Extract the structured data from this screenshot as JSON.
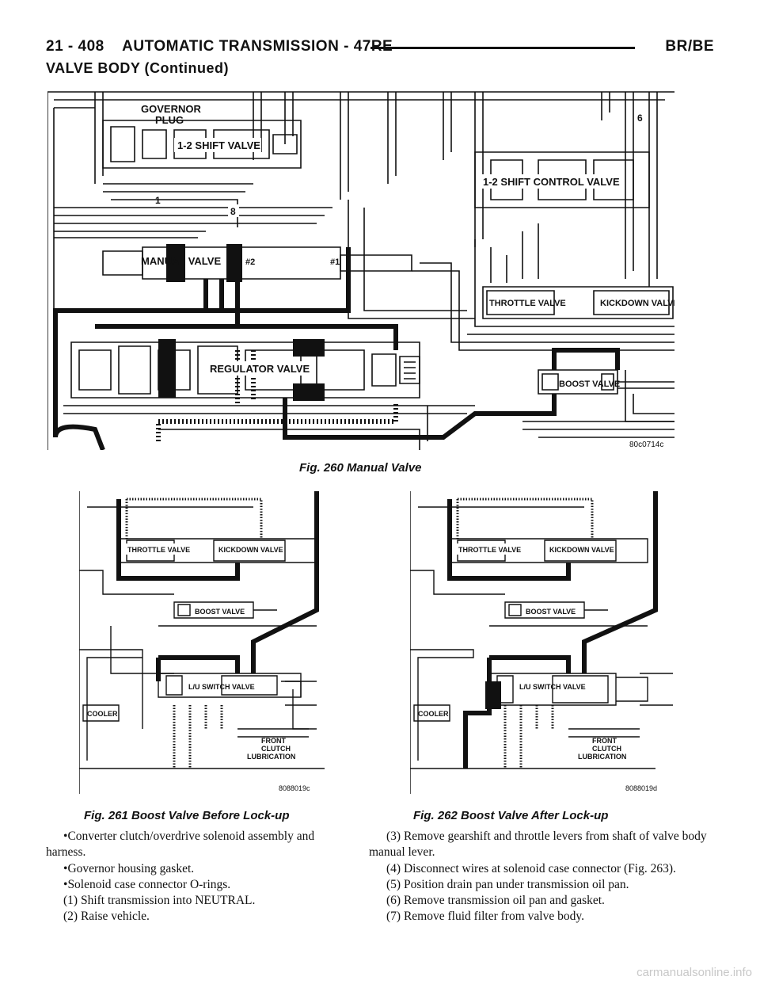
{
  "header": {
    "left": "21 - 408    AUTOMATIC TRANSMISSION - 47RE",
    "right": "BR/BE"
  },
  "section_title": "VALVE BODY (Continued)",
  "fig260": {
    "labels": {
      "governor_plug_1": "GOVERNOR",
      "governor_plug_2": "PLUG",
      "shift_valve": "1-2 SHIFT VALVE",
      "shift_control": "1-2 SHIFT CONTROL VALVE",
      "manual_valve": "MANUAL VALVE",
      "p2": "#2",
      "p1": "#1",
      "n1": "1",
      "n6": "6",
      "n8": "8",
      "throttle": "THROTTLE VALVE",
      "kickdown": "KICKDOWN VALVE",
      "regulator": "REGULATOR VALVE",
      "boost": "BOOST VALVE",
      "code": "80c0714c"
    },
    "caption": "Fig. 260 Manual Valve"
  },
  "fig261": {
    "labels": {
      "throttle": "THROTTLE VALVE",
      "kickdown": "KICKDOWN VALVE",
      "boost": "BOOST VALVE",
      "lu_switch": "L/U SWITCH VALVE",
      "cooler": "COOLER",
      "front1": "FRONT",
      "front2": "CLUTCH",
      "front3": "LUBRICATION",
      "code": "8088019c"
    },
    "caption": "Fig. 261 Boost Valve Before Lock-up"
  },
  "fig262": {
    "labels": {
      "throttle": "THROTTLE VALVE",
      "kickdown": "KICKDOWN VALVE",
      "boost": "BOOST VALVE",
      "lu_switch": "L/U SWITCH VALVE",
      "cooler": "COOLER",
      "front1": "FRONT",
      "front2": "CLUTCH",
      "front3": "LUBRICATION",
      "code": "8088019d"
    },
    "caption": "Fig. 262 Boost Valve After Lock-up"
  },
  "left_column": {
    "bullets": [
      "Converter clutch/overdrive solenoid assembly and harness.",
      "Governor housing gasket.",
      "Solenoid case connector O-rings."
    ],
    "steps": [
      "(1) Shift transmission into NEUTRAL.",
      "(2) Raise vehicle."
    ]
  },
  "right_column": {
    "steps": [
      "(3) Remove gearshift and throttle levers from shaft of valve body manual lever.",
      "(4) Disconnect wires at solenoid case connector (Fig. 263).",
      "(5) Position drain pan under transmission oil pan.",
      "(6) Remove transmission oil pan and gasket.",
      "(7) Remove fluid filter from valve body."
    ]
  },
  "watermark": "carmanualsonline.info"
}
